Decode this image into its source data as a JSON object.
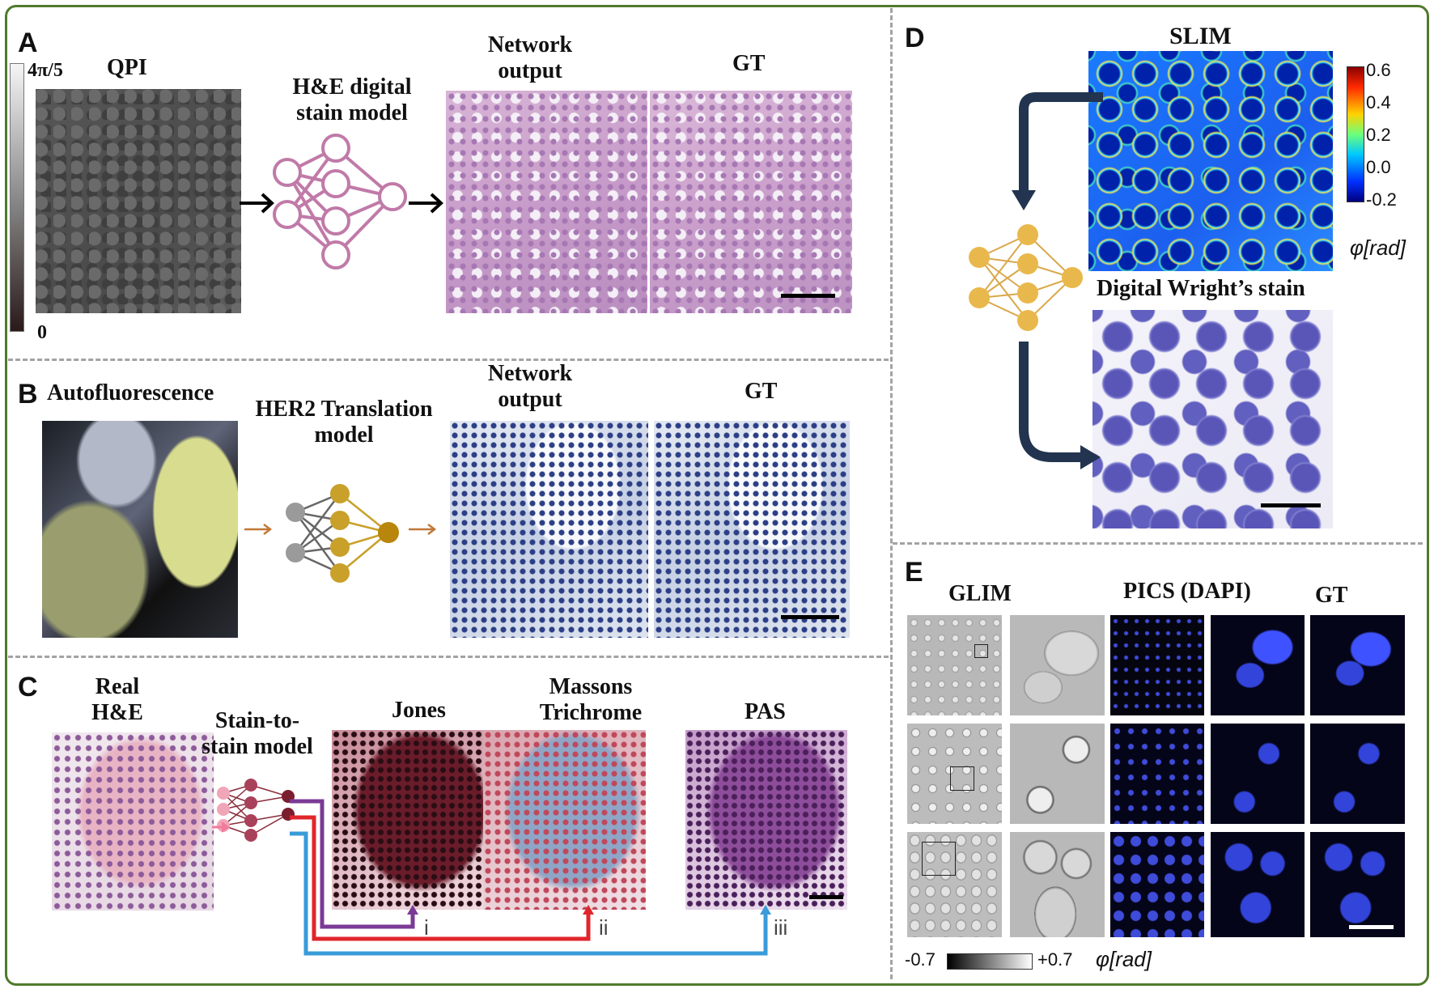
{
  "panels": {
    "A": {
      "label": "A",
      "input_title": "QPI",
      "colorbar_max": "4π/5",
      "colorbar_min": "0",
      "model": "H&E digital stain model",
      "output_title": "Network output",
      "gt_title": "GT"
    },
    "B": {
      "label": "B",
      "input_title": "Autofluorescence",
      "model": "HER2 Translation model",
      "output_title": "Network output",
      "gt_title": "GT"
    },
    "C": {
      "label": "C",
      "input_title": "Real H&E",
      "model": "Stain-to-stain model",
      "stains": [
        "Jones",
        "Massons Trichrome",
        "PAS"
      ],
      "routes": [
        "i",
        "ii",
        "iii"
      ],
      "colors": {
        "i": "#7b3a96",
        "ii": "#e0262b",
        "iii": "#3a9bd9"
      }
    },
    "D": {
      "label": "D",
      "input_title": "SLIM",
      "output_title": "Digital Wright’s stain",
      "colorbar_ticks": [
        "0.6",
        "0.4",
        "0.2",
        "0.0",
        "-0.2"
      ],
      "colorbar_unit": "φ[rad]"
    },
    "E": {
      "label": "E",
      "col_titles": [
        "GLIM",
        "PICS (DAPI)",
        "GT"
      ],
      "colorbar_min": "-0.7",
      "colorbar_max": "+0.7",
      "colorbar_unit": "φ[rad]"
    }
  }
}
